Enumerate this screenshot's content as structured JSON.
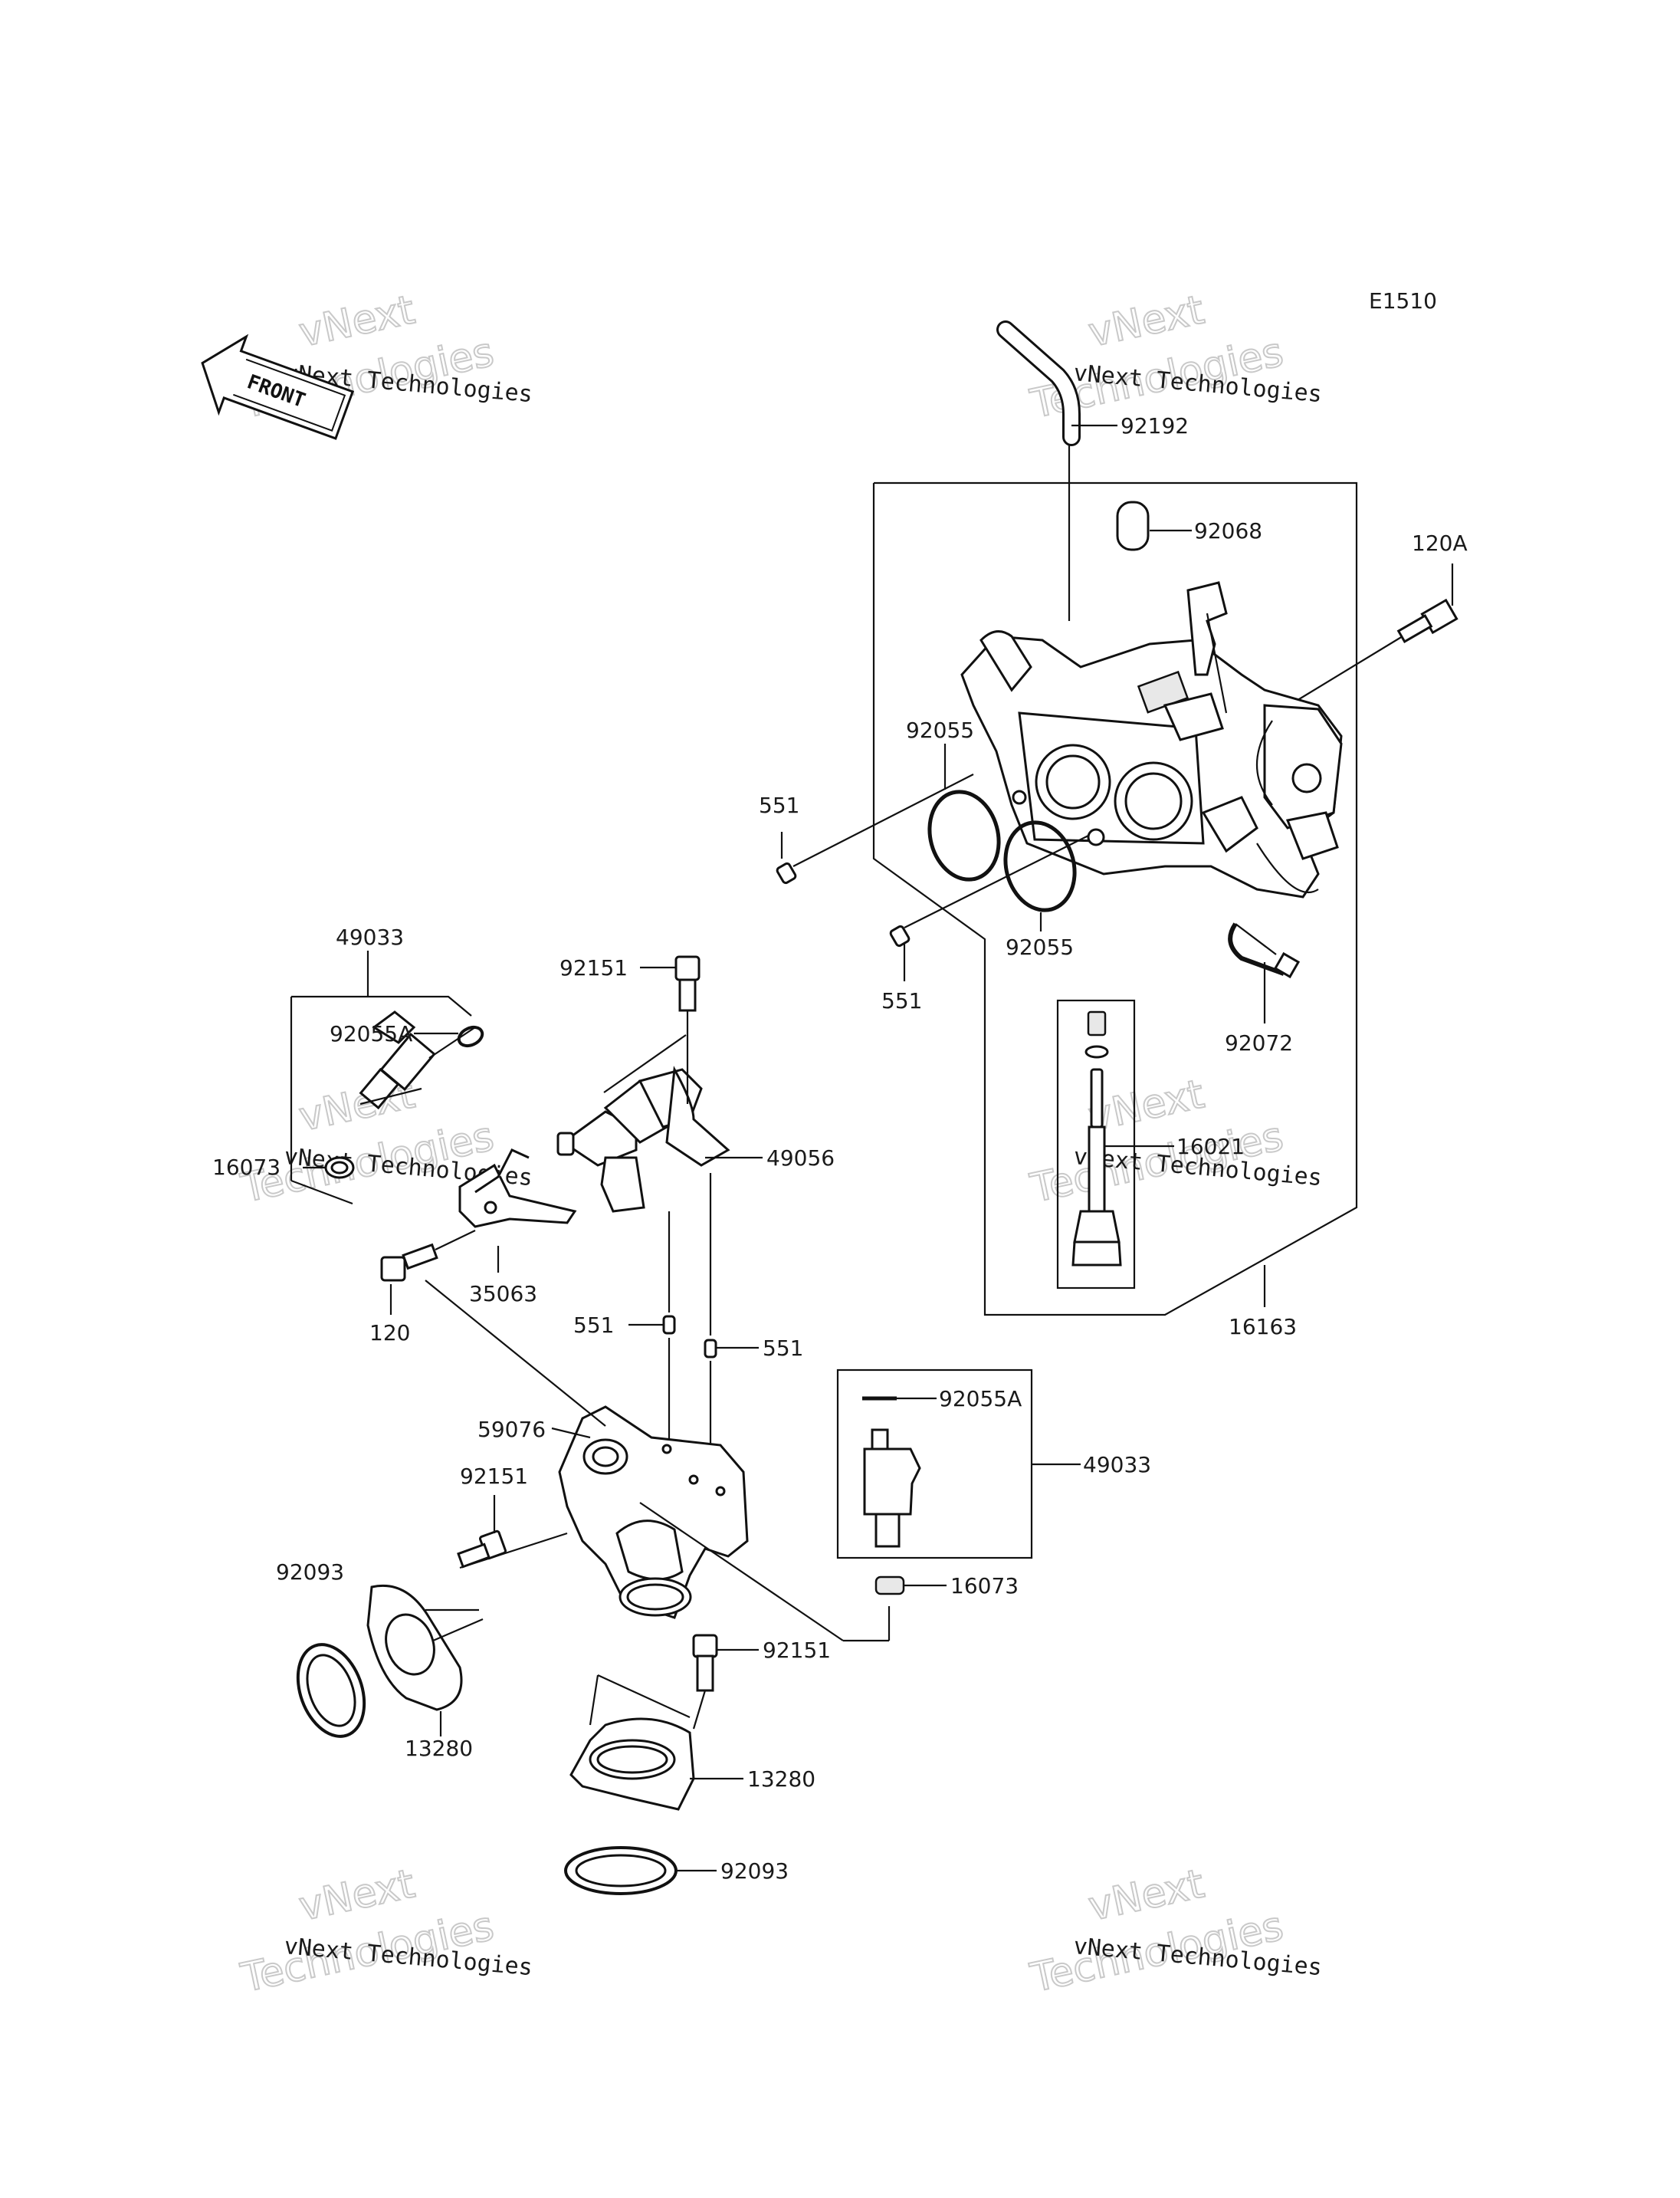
{
  "diagram_code": "E1510",
  "orientation_marker": "FRONT",
  "watermarks": [
    {
      "line1": "vNext Technologies",
      "line2": "vNext",
      "line3": "Technologies"
    },
    {
      "line1": "vNext Technologies",
      "line2": "vNext",
      "line3": "Technologies"
    },
    {
      "line1": "vNext Technologies",
      "line2": "vNext",
      "line3": "Technologies"
    },
    {
      "line1": "vNext Technologies",
      "line2": "vNext",
      "line3": "Technologies"
    },
    {
      "line1": "vNext Technologies",
      "line2": "vNext",
      "line3": "Technologies"
    },
    {
      "line1": "vNext Technologies",
      "line2": "vNext",
      "line3": "Technologies"
    }
  ],
  "part_labels": {
    "p92192": "92192",
    "p92068": "92068",
    "p120A": "120A",
    "p92055_top": "92055",
    "p551_left": "551",
    "p92055_bottom": "92055",
    "p551_lower": "551",
    "p92072": "92072",
    "p16021": "16021",
    "p16163": "16163",
    "p49033_top": "49033",
    "p92151_top": "92151",
    "p92055A_top": "92055A",
    "p49056": "49056",
    "p16073_left": "16073",
    "p35063": "35063",
    "p120": "120",
    "p551_mid_left": "551",
    "p551_mid_right": "551",
    "p92055A_right": "92055A",
    "p49033_right": "49033",
    "p59076": "59076",
    "p92151_mid": "92151",
    "p16073_right": "16073",
    "p92093_left": "92093",
    "p92151_lower": "92151",
    "p13280_left": "13280",
    "p13280_right": "13280",
    "p92093_right": "92093"
  }
}
